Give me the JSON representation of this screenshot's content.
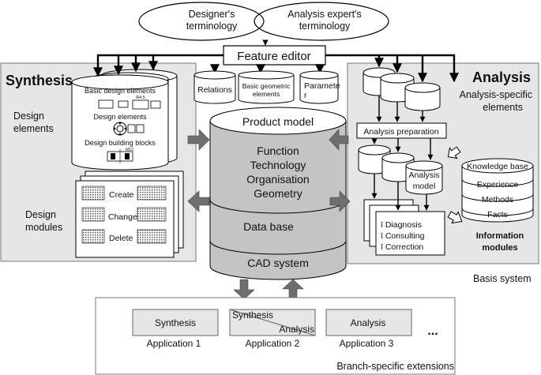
{
  "top": {
    "designer_line1": "Designer's",
    "designer_line2": "terminology",
    "expert_line1": "Analysis expert's",
    "expert_line2": "terminology",
    "feature_editor": "Feature editor"
  },
  "small_cylinders": {
    "relations": "Relations",
    "geometric_line1": "Basic geometric",
    "geometric_line2": "elements",
    "parameter_line1": "Paramete",
    "parameter_line2": "r"
  },
  "synthesis": {
    "title": "Synthesis",
    "design_elements_line1": "Design",
    "design_elements_line2": "elements",
    "design_modules_line1": "Design",
    "design_modules_line2": "modules",
    "cylinder_labels": [
      "Basic design elements",
      "Design elements",
      "Design building blocks"
    ],
    "module_actions": [
      "Create",
      "Change",
      "Delete"
    ]
  },
  "center": {
    "product_model": "Product model",
    "items": [
      "Function",
      "Technology",
      "Organisation",
      "Geometry"
    ],
    "data_base": "Data base",
    "cad_system": "CAD system"
  },
  "analysis": {
    "title": "Analysis",
    "specific_line1": "Analysis-specific",
    "specific_line2": "elements",
    "preparation": "Analysis preparation",
    "model_line1": "Analysis",
    "model_line2": "model",
    "outputs": [
      "ī Diagnosis",
      "ī Consulting",
      "ī Correction"
    ],
    "info_line1": "Information",
    "info_line2": "modules",
    "knowledge": [
      "Knowledge base",
      "Experience",
      "Methods",
      "Facts"
    ]
  },
  "basis_system": "Basis system",
  "applications": {
    "app1_box": "Synthesis",
    "app1_label": "Application 1",
    "app2_box_top": "Synthesis",
    "app2_box_bottom": "Analysis",
    "app2_label": "Application 2",
    "app3_box": "Analysis",
    "app3_label": "Application 3",
    "ellipsis": "...",
    "branch": "Branch-specific extensions"
  },
  "colors": {
    "panel": "#e6e6e6",
    "cylinder_body": "#c4c4c4",
    "arrow_gray": "#6e6e6e",
    "line": "#000000"
  }
}
